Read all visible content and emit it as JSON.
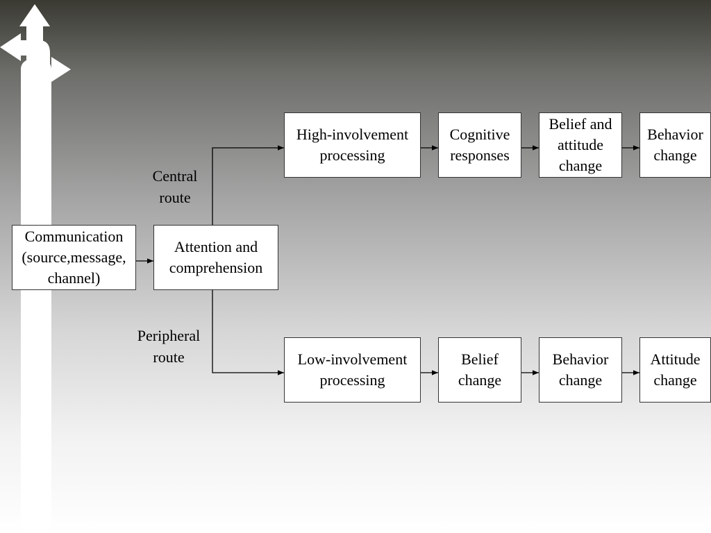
{
  "nodes": {
    "communication": "Communication\n(source,message,\nchannel)",
    "attention": "Attention and\ncomprehension",
    "high_involvement": "High-involvement\nprocessing",
    "cognitive_responses": "Cognitive\nresponses",
    "belief_attitude_change": "Belief and\nattitude\nchange",
    "behavior_change_central": "Behavior\nchange",
    "low_involvement": "Low-involvement\nprocessing",
    "belief_change": "Belief\nchange",
    "behavior_change_peripheral": "Behavior\nchange",
    "attitude_change": "Attitude\nchange"
  },
  "routes": {
    "central": "Central\nroute",
    "peripheral": "Peripheral\nroute"
  },
  "colors": {
    "box_fill": "#ffffff",
    "box_border": "#333333",
    "connector": "#000000",
    "decor_arrow": "#ffffff"
  },
  "decor": {
    "icon": "road-sign-arrows-icon"
  }
}
